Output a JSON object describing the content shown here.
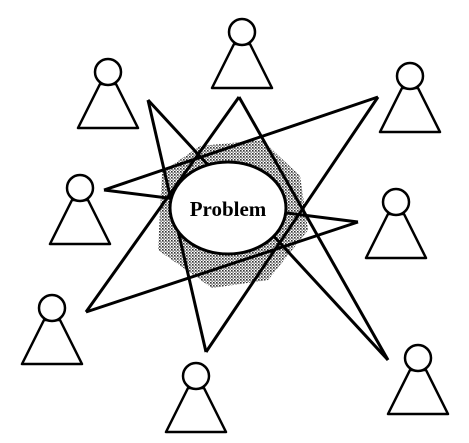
{
  "diagram": {
    "center_label": "Problem",
    "people_count": 8,
    "colors": {
      "line": "#000000",
      "background": "#ffffff",
      "shading": "#9a9a9a"
    },
    "icons": [
      "person-icon",
      "star-icon",
      "problem-ellipse"
    ]
  }
}
